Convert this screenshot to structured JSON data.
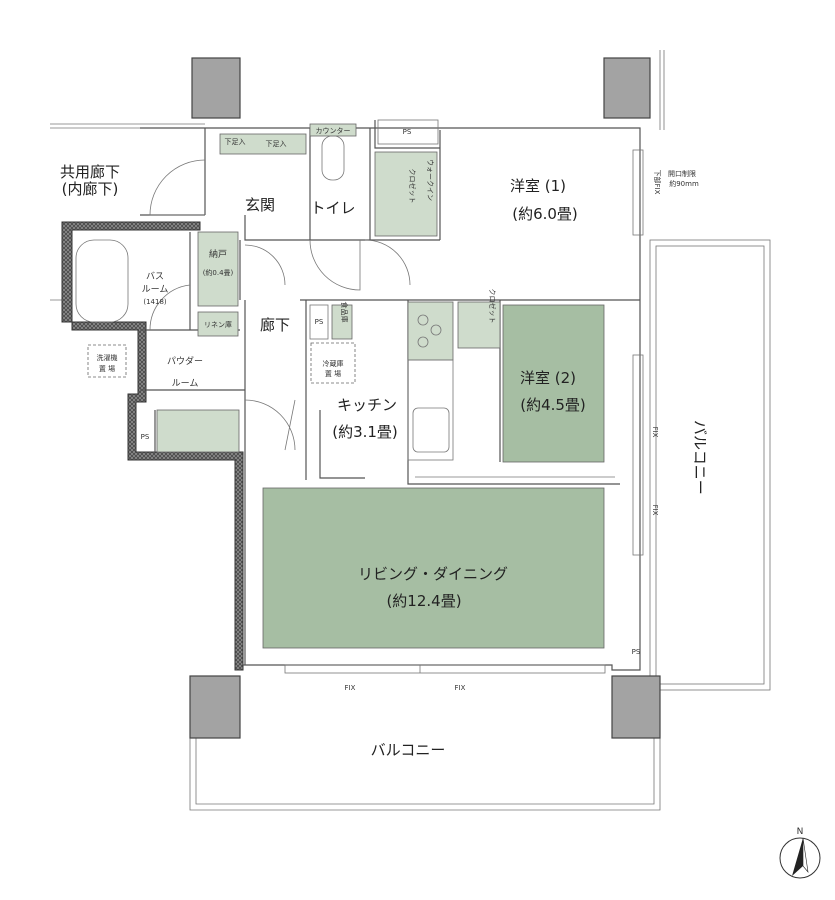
{
  "plan": {
    "common_corridor": [
      "共用廊下",
      "(内廊下)"
    ],
    "entrance": "玄関",
    "shoe_storage_1": "下足入",
    "shoe_storage_2": "下足入",
    "counter": "カウンター",
    "toilet": "トイレ",
    "ps_top": "PS",
    "walkin_1": "ウォークイン",
    "walkin_2": "クロゼット",
    "western_room_1": {
      "name": "洋室 (1)",
      "area": "(約6.0畳)"
    },
    "window_note_1": "下部FIX",
    "window_note_2": [
      "開口制限",
      "約90mm"
    ],
    "bath": [
      "バス",
      "ルーム",
      "(1418)"
    ],
    "storage": {
      "name": "納戸",
      "area": "(約0.4畳)"
    },
    "linen": "リネン庫",
    "hallway": "廊下",
    "ps_kitchen": "PS",
    "pantry": "食品庫",
    "fridge": [
      "冷蔵庫",
      "置 場"
    ],
    "washer": [
      "洗濯機",
      "置 場"
    ],
    "powder_room": [
      "パウダー",
      "ルーム"
    ],
    "ps_left": "PS",
    "kitchen": {
      "name": "キッチン",
      "area": "(約3.1畳)"
    },
    "closet_2": "クロゼット",
    "western_room_2": {
      "name": "洋室 (2)",
      "area": "(約4.5畳)"
    },
    "fix_right_1": "FIX",
    "fix_right_2": "FIX",
    "living": {
      "name": "リビング・ダイニング",
      "area": "(約12.4畳)"
    },
    "ps_living": "PS",
    "fix_bottom_1": "FIX",
    "fix_bottom_2": "FIX",
    "balcony_right": "バルコニー",
    "balcony_bottom": "バルコニー",
    "north": "N"
  },
  "colors": {
    "room_green": "#a6bea3",
    "storage_green": "#cfdccc",
    "column_gray": "#a3a3a3"
  }
}
